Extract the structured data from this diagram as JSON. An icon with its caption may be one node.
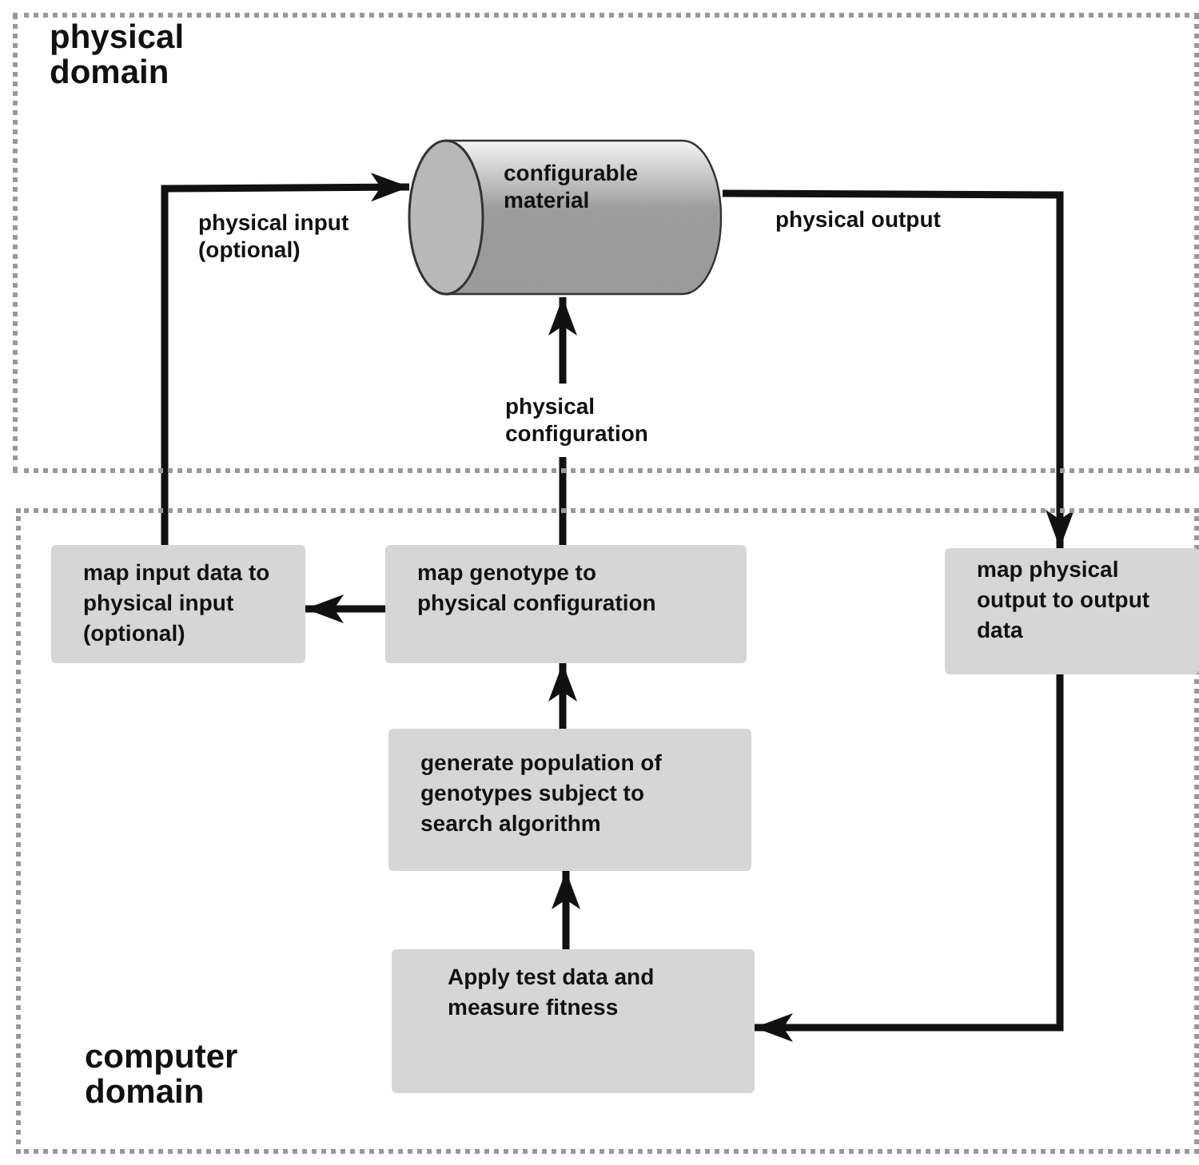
{
  "diagram": {
    "nodes": [
      {
        "text": [
          "physical domain"
        ]
      },
      {
        "text": [
          "configurable material"
        ],
        "in": 0
      },
      {
        "text": [
          "computer domain"
        ]
      },
      {
        "text": [
          "map input data to physical input (optional)"
        ],
        "in": 2
      },
      {
        "text": [
          "map genotype to physical configuration"
        ],
        "in": 2
      },
      {
        "text": [
          "map physical output to output data"
        ],
        "in": 2
      },
      {
        "text": [
          "generate population of genotypes subject to search algorithm"
        ],
        "in": 2
      },
      {
        "text": [
          "Apply test data and measure fitness"
        ],
        "in": 2
      }
    ],
    "edges": [
      {
        "from": 3,
        "to": 1,
        "arrow": "to",
        "label": "physical input (optional)"
      },
      {
        "from": 4,
        "to": 1,
        "arrow": "to",
        "label": "physical configuration"
      },
      {
        "from": 1,
        "to": 5,
        "arrow": "to",
        "label": "physical output"
      },
      {
        "from": 4,
        "to": 3,
        "arrow": "to"
      },
      {
        "from": 6,
        "to": 4,
        "arrow": "to"
      },
      {
        "from": 7,
        "to": 6,
        "arrow": "to"
      },
      {
        "from": 5,
        "to": 7,
        "arrow": "to"
      }
    ]
  }
}
